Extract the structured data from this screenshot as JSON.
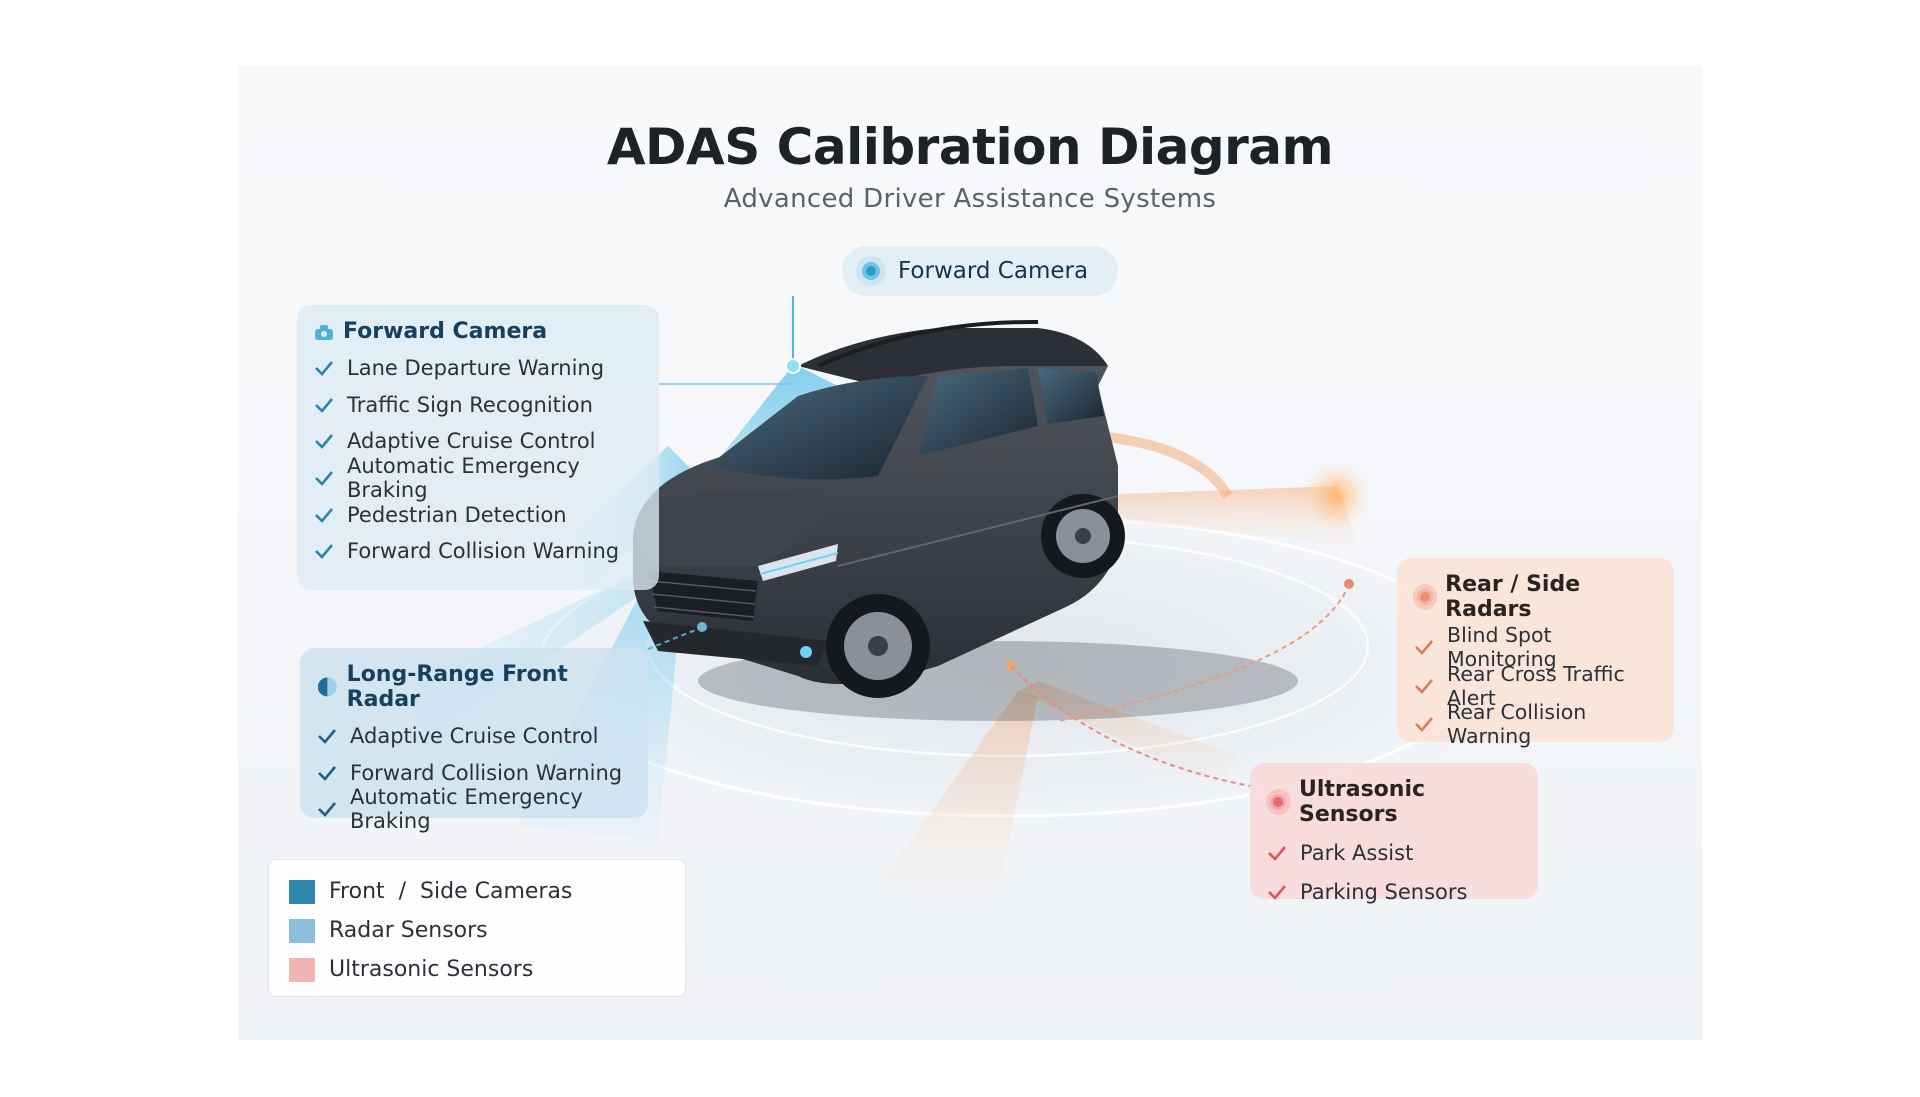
{
  "title": "ADAS Calibration Diagram",
  "subtitle": "Advanced Driver Assistance Systems",
  "top_label": "Forward Camera",
  "panels": {
    "forward_camera": {
      "title": "Forward Camera",
      "items": [
        "Lane Departure Warning",
        "Traffic Sign Recognition",
        "Adaptive Cruise Control",
        "Automatic Emergency Braking",
        "Pedestrian Detection",
        "Forward Collision Warning"
      ]
    },
    "front_radar": {
      "title": "Long-Range Front Radar",
      "items": [
        "Adaptive Cruise Control",
        "Forward Collision Warning",
        "Automatic Emergency Braking"
      ]
    },
    "rear_side_radars": {
      "title": "Rear / Side Radars",
      "items": [
        "Blind Spot Monitoring",
        "Rear Cross Traffic Alert",
        "Rear Collision Warning"
      ]
    },
    "ultrasonic": {
      "title": "Ultrasonic Sensors",
      "items": [
        "Park Assist",
        "Parking Sensors"
      ]
    }
  },
  "legend": [
    {
      "label": "Front  /  Side Cameras",
      "color": "#2f86ad"
    },
    {
      "label": "Radar Sensors",
      "color": "#8cbfdc"
    },
    {
      "label": "Ultrasonic Sensors",
      "color": "#f4b3b3"
    }
  ],
  "colors": {
    "camera_accent": "#2a9fc9",
    "radar_check": "#1f5f86",
    "rear_accent": "#e07a55",
    "ultrasonic_accent": "#e0535d",
    "vehicle_body": "#3a3f46"
  }
}
